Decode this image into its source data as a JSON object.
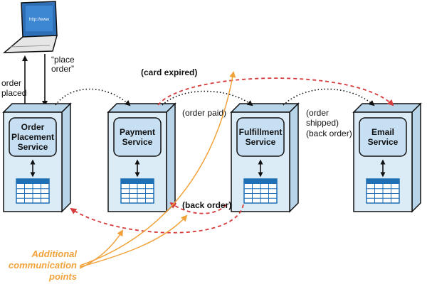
{
  "services": [
    {
      "id": "order-placement",
      "lines": [
        "Order",
        "Placement",
        "Service"
      ]
    },
    {
      "id": "payment",
      "lines": [
        "Payment",
        "Service"
      ]
    },
    {
      "id": "fulfillment",
      "lines": [
        "Fulfillment",
        "Service"
      ]
    },
    {
      "id": "email",
      "lines": [
        "Email",
        "Service"
      ]
    }
  ],
  "labels": {
    "place_order_1": "“place",
    "place_order_2": "order”",
    "order_placed_1": "order",
    "order_placed_2": "placed",
    "card_expired": "(card expired)",
    "order_paid": "(order paid)",
    "order_shipped_1": "(order",
    "order_shipped_2": "shipped)",
    "order_shipped_3": "(back order)",
    "back_order": "(back order)",
    "additional_1": "Additional",
    "additional_2": "communication",
    "additional_3": "points"
  },
  "laptop_screen_text": "http://www",
  "colors": {
    "box_fill": "#dcecf7",
    "box_dark": "#b8d4e8",
    "service_fill": "#c7dff2",
    "table_blue": "#1f6fb5",
    "red_dashed": "#d63a3a",
    "orange": "#f2a23a"
  }
}
